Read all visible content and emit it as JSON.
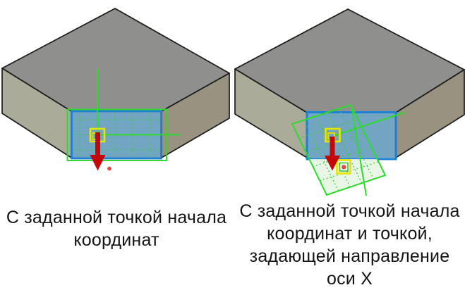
{
  "figures": [
    {
      "id": "plane-with-origin-point",
      "caption": "С заданной точкой начала\nкоординат"
    },
    {
      "id": "plane-with-origin-and-x-direction-point",
      "caption": "С заданной точкой начала\nкоординат и точкой,\nзадающей направление\nоси X"
    }
  ],
  "colors": {
    "background": "#ffffff",
    "box_top": "#8f8f8d",
    "box_left": "#abab99",
    "box_right": "#9a9281",
    "box_cut_face": "#a9aaa2",
    "box_edge": "#1b1b1b",
    "plane_fill": "#46a0dc",
    "plane_border": "#1e80d2",
    "sketch_green": "#30d830",
    "sketch_grid_green": "#3ccb3c",
    "sketch_fill_light": "#e4f5e2",
    "marker_yellow": "#e6e600",
    "marker_inner_yellow": "#d9dc00",
    "marker_inner_green": "#38c838",
    "arrow_red": "#c40808",
    "point_red": "#e04848",
    "text": "#141414"
  }
}
